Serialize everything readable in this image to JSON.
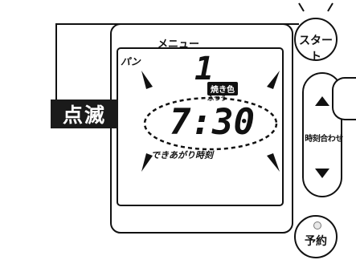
{
  "blink_label": "点滅",
  "panel": {
    "menu_title": "メニュー",
    "bread_label": "パン",
    "menu_number": "1",
    "yaki_badge": "焼き色",
    "yaki_sub": "ふつう",
    "time": "7:30",
    "dekiagari": "できあがり時刻"
  },
  "buttons": {
    "start": "スタート",
    "time_adjust": "時刻合わせ",
    "reserve": "予約"
  },
  "icons": [
    "led-dot-icon",
    "arrow-up-icon",
    "arrow-down-icon",
    "finger-icon",
    "blink-ray-icon"
  ]
}
